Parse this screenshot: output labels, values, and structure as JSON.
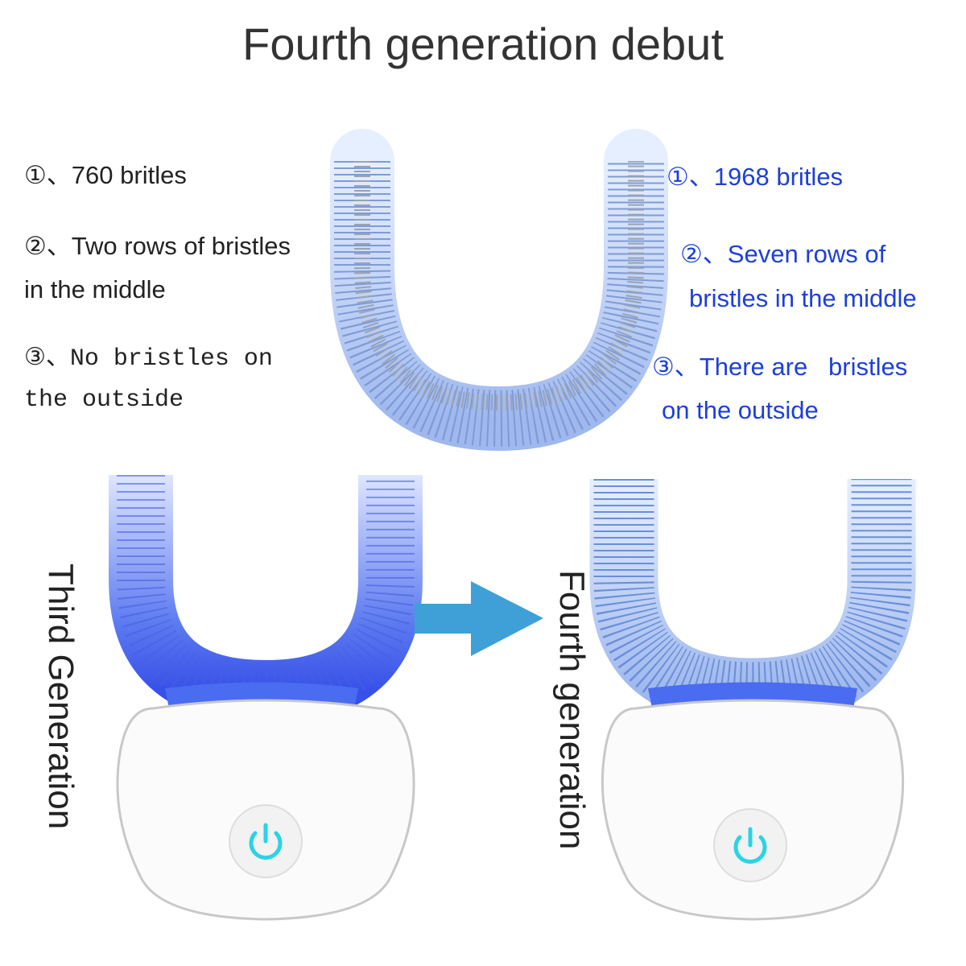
{
  "title": "Fourth generation debut",
  "third_gen": {
    "label": "Third Generation",
    "features": [
      "①、760 britles",
      "②、Two rows of bristles",
      " in the middle",
      "③、No bristles on",
      "the outside"
    ]
  },
  "fourth_gen": {
    "label": "Fourth generation",
    "features": [
      "①、1968 britles",
      "②、Seven rows of",
      "bristles in the middle",
      "③、There are   bristles",
      "on the outside"
    ]
  },
  "colors": {
    "text": "#333333",
    "accent_text": "#1d3fd8",
    "arrow": "#3fa0d8",
    "power_icon": "#2bd3e6"
  }
}
